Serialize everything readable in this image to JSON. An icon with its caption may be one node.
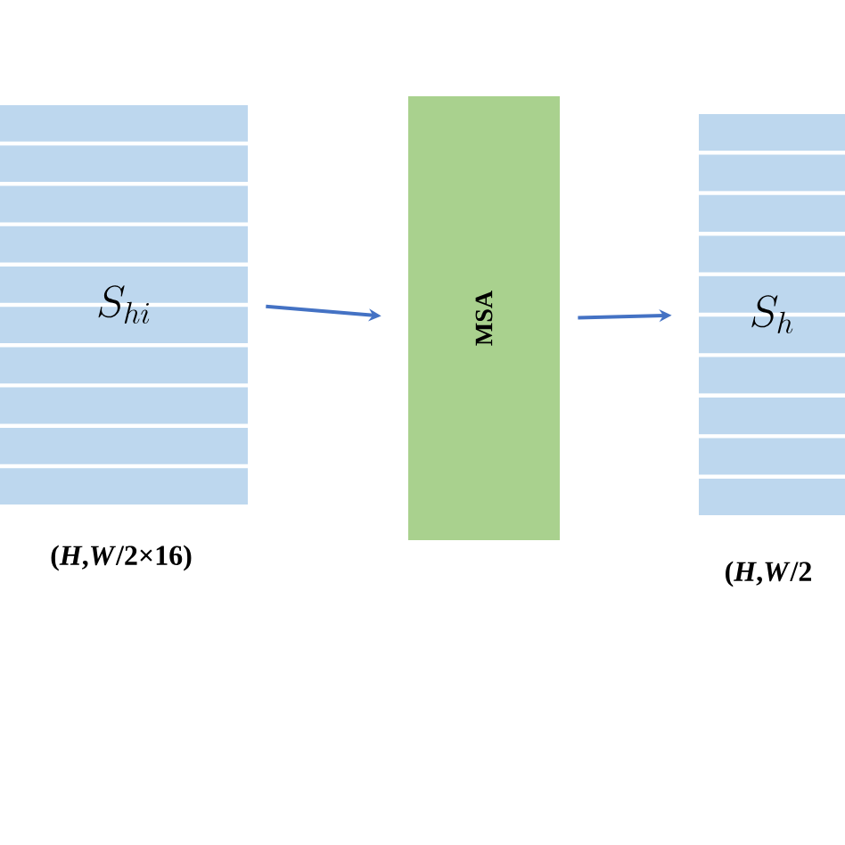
{
  "diagram": {
    "nodes": [
      {
        "text": [
          "S_{hi}"
        ],
        "beside": [
          "(*H*,*W*/2×16)"
        ]
      },
      {
        "text": [
          "MSA"
        ]
      },
      {
        "text": [
          "S_{h}"
        ],
        "beside": [
          "(*H*,*W*/2"
        ]
      }
    ],
    "edges": [
      {
        "from": 0,
        "to": 1,
        "arrow": "to"
      },
      {
        "from": 1,
        "to": 2,
        "arrow": "to"
      }
    ]
  }
}
